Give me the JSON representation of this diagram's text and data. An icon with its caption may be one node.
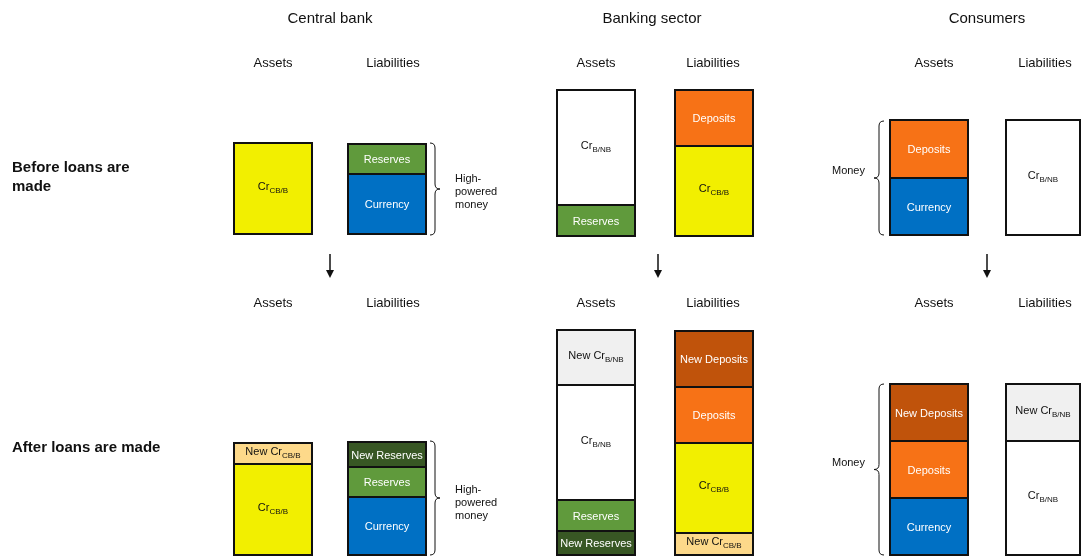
{
  "diagram": {
    "nodes": [
      {
        "text": [
          "Cr$_{CB/B}$"
        ]
      },
      {
        "text": [
          "Reserves"
        ]
      },
      {
        "text": [
          "Currency"
        ]
      },
      {
        "text": [
          "Cr$_{B/NB}$"
        ]
      },
      {
        "text": [
          "Reserves"
        ]
      },
      {
        "text": [
          "Deposits"
        ]
      },
      {
        "text": [
          "Cr$_{CB/B}$"
        ]
      },
      {
        "text": [
          "Deposits"
        ]
      },
      {
        "text": [
          "Currency"
        ]
      },
      {
        "text": [
          "Cr$_{B/NB}$"
        ]
      },
      {
        "text": [
          "New Cr$_{CB/B}$"
        ]
      },
      {
        "text": [
          "Cr$_{CB/B}$"
        ]
      },
      {
        "text": [
          "New Reserves"
        ]
      },
      {
        "text": [
          "Reserves"
        ]
      },
      {
        "text": [
          "Currency"
        ]
      },
      {
        "text": [
          "New Cr$_{B/NB}$"
        ]
      },
      {
        "text": [
          "Cr$_{B/NB}$"
        ]
      },
      {
        "text": [
          "Reserves"
        ]
      },
      {
        "text": [
          "New Reserves"
        ]
      },
      {
        "text": [
          "New Deposits"
        ]
      },
      {
        "text": [
          "Deposits"
        ]
      },
      {
        "text": [
          "Cr$_{CB/B}$"
        ]
      },
      {
        "text": [
          "New Cr$_{CB/B}$"
        ]
      },
      {
        "text": [
          "New Deposits"
        ]
      },
      {
        "text": [
          "Deposits"
        ]
      },
      {
        "text": [
          "Currency"
        ]
      },
      {
        "text": [
          "New Cr$_{B/NB}$"
        ]
      },
      {
        "text": [
          "Cr$_{B/NB}$"
        ]
      }
    ],
    "labels": [
      "Central bank",
      "Banking sector",
      "Consumers",
      "Assets",
      "Liabilities",
      "Assets",
      "Liabilities",
      "Assets",
      "Liabilities",
      "Before loans are made",
      "Money",
      "High-powered money",
      "Assets",
      "Liabilities",
      "Assets",
      "Liabilities",
      "Assets",
      "Liabilities",
      "After loans are made",
      "Money",
      "High-powered money"
    ]
  }
}
